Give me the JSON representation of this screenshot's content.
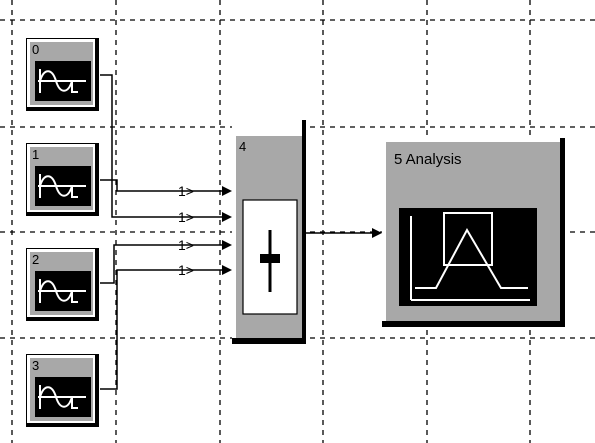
{
  "blocks": [
    {
      "id": "0",
      "label": "0",
      "icon": "sine-wave-icon"
    },
    {
      "id": "1",
      "label": "1",
      "icon": "sine-wave-icon"
    },
    {
      "id": "2",
      "label": "2",
      "icon": "sine-wave-icon"
    },
    {
      "id": "3",
      "label": "3",
      "icon": "sine-wave-icon"
    }
  ],
  "adder": {
    "label": "4",
    "icon": "plus-icon"
  },
  "analysis": {
    "label": "5 Analysis",
    "icon": "spectrum-plot-icon"
  },
  "input_ports": [
    "1>",
    "1>",
    "1>",
    "1>"
  ],
  "colors": {
    "block_face": "#a8a8a8",
    "screen": "#000000",
    "wire": "#000000",
    "grid": "#000000"
  }
}
